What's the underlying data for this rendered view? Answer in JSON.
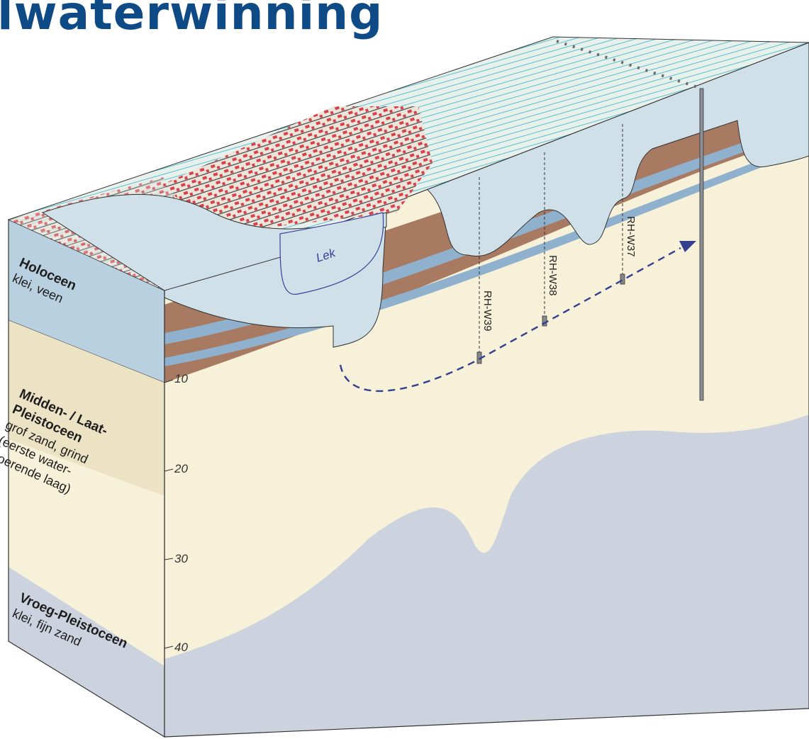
{
  "title": "lwaterwinning",
  "layers": [
    {
      "name": "Holoceen",
      "description": [
        "klei, veen"
      ]
    },
    {
      "name": "Midden- / Laat-",
      "name2": "Pleistoceen",
      "description": [
        "grof zand, grind",
        "(eerste water-",
        "voerende laag)"
      ]
    },
    {
      "name": "Vroeg-Pleistoceen",
      "description": [
        "klei, fijn zand"
      ]
    }
  ],
  "depth_ticks": [
    "10",
    "20",
    "30",
    "40"
  ],
  "river": "Lek",
  "wells": [
    "RH-W39",
    "RH-W38",
    "RH-W37"
  ],
  "colors": {
    "title": "#0e4a86",
    "holocene": "#b9d0e0",
    "clay_brown": "#a87a62",
    "sand": "#f6f1d8",
    "early_pleistocene": "#cdd3de",
    "arrow": "#34408f",
    "urban": "#d9424a"
  }
}
